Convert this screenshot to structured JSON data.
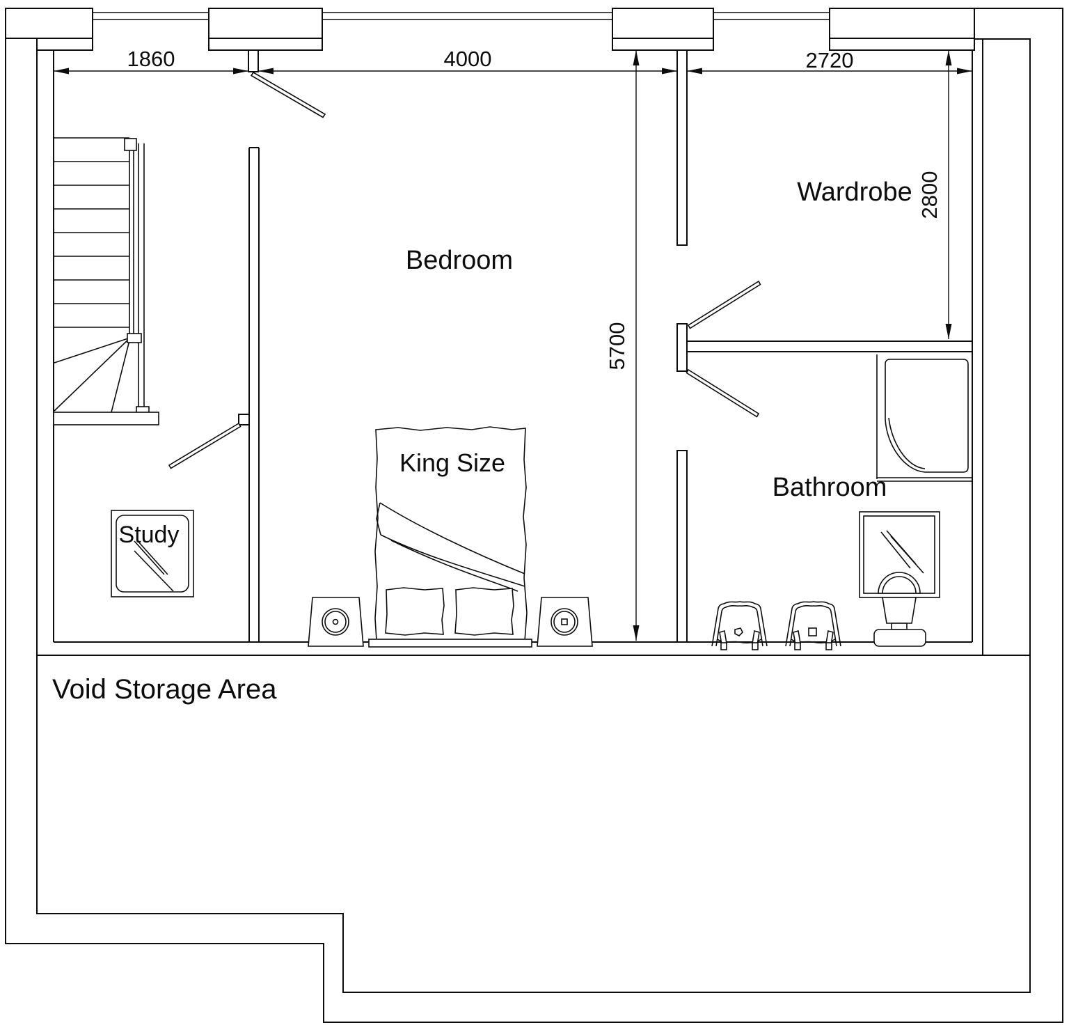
{
  "drawing": {
    "type": "floor-plan",
    "colors": {
      "line": "#0c0c0c",
      "background": "#ffffff"
    }
  },
  "rooms": {
    "bedroom": "Bedroom",
    "wardrobe": "Wardrobe",
    "bathroom": "Bathroom",
    "study": "Study",
    "void_storage": "Void Storage Area"
  },
  "furniture": {
    "bed": "King Size"
  },
  "dimensions": {
    "stair_bay_width": "1860",
    "bedroom_width": "4000",
    "wardrobe_width": "2720",
    "wardrobe_depth": "2800",
    "bedroom_depth": "5700"
  }
}
